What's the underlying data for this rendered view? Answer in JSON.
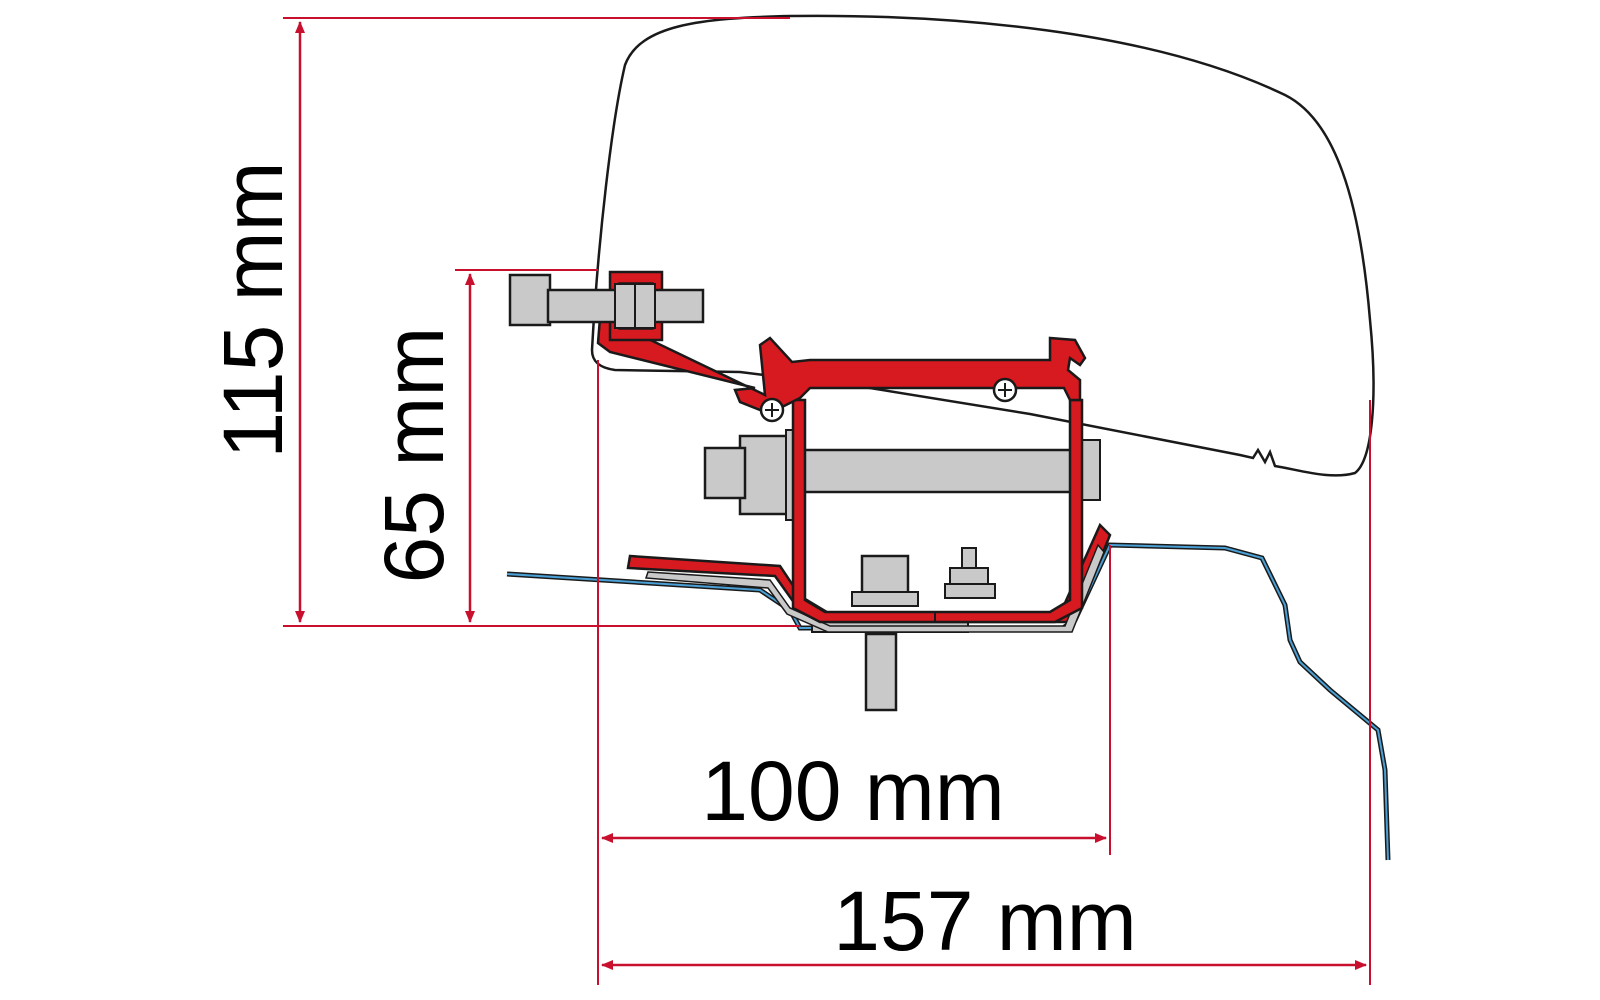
{
  "colors": {
    "dimension": "#c8102e",
    "bracket_red": "#d71920",
    "outline": "#1a1a1a",
    "metal_gray": "#c9c9c9",
    "roof_blue": "#4a9fd4"
  },
  "dimensions": {
    "height_total": "115 mm",
    "height_bracket": "65 mm",
    "width_inner": "100 mm",
    "width_total": "157 mm"
  }
}
